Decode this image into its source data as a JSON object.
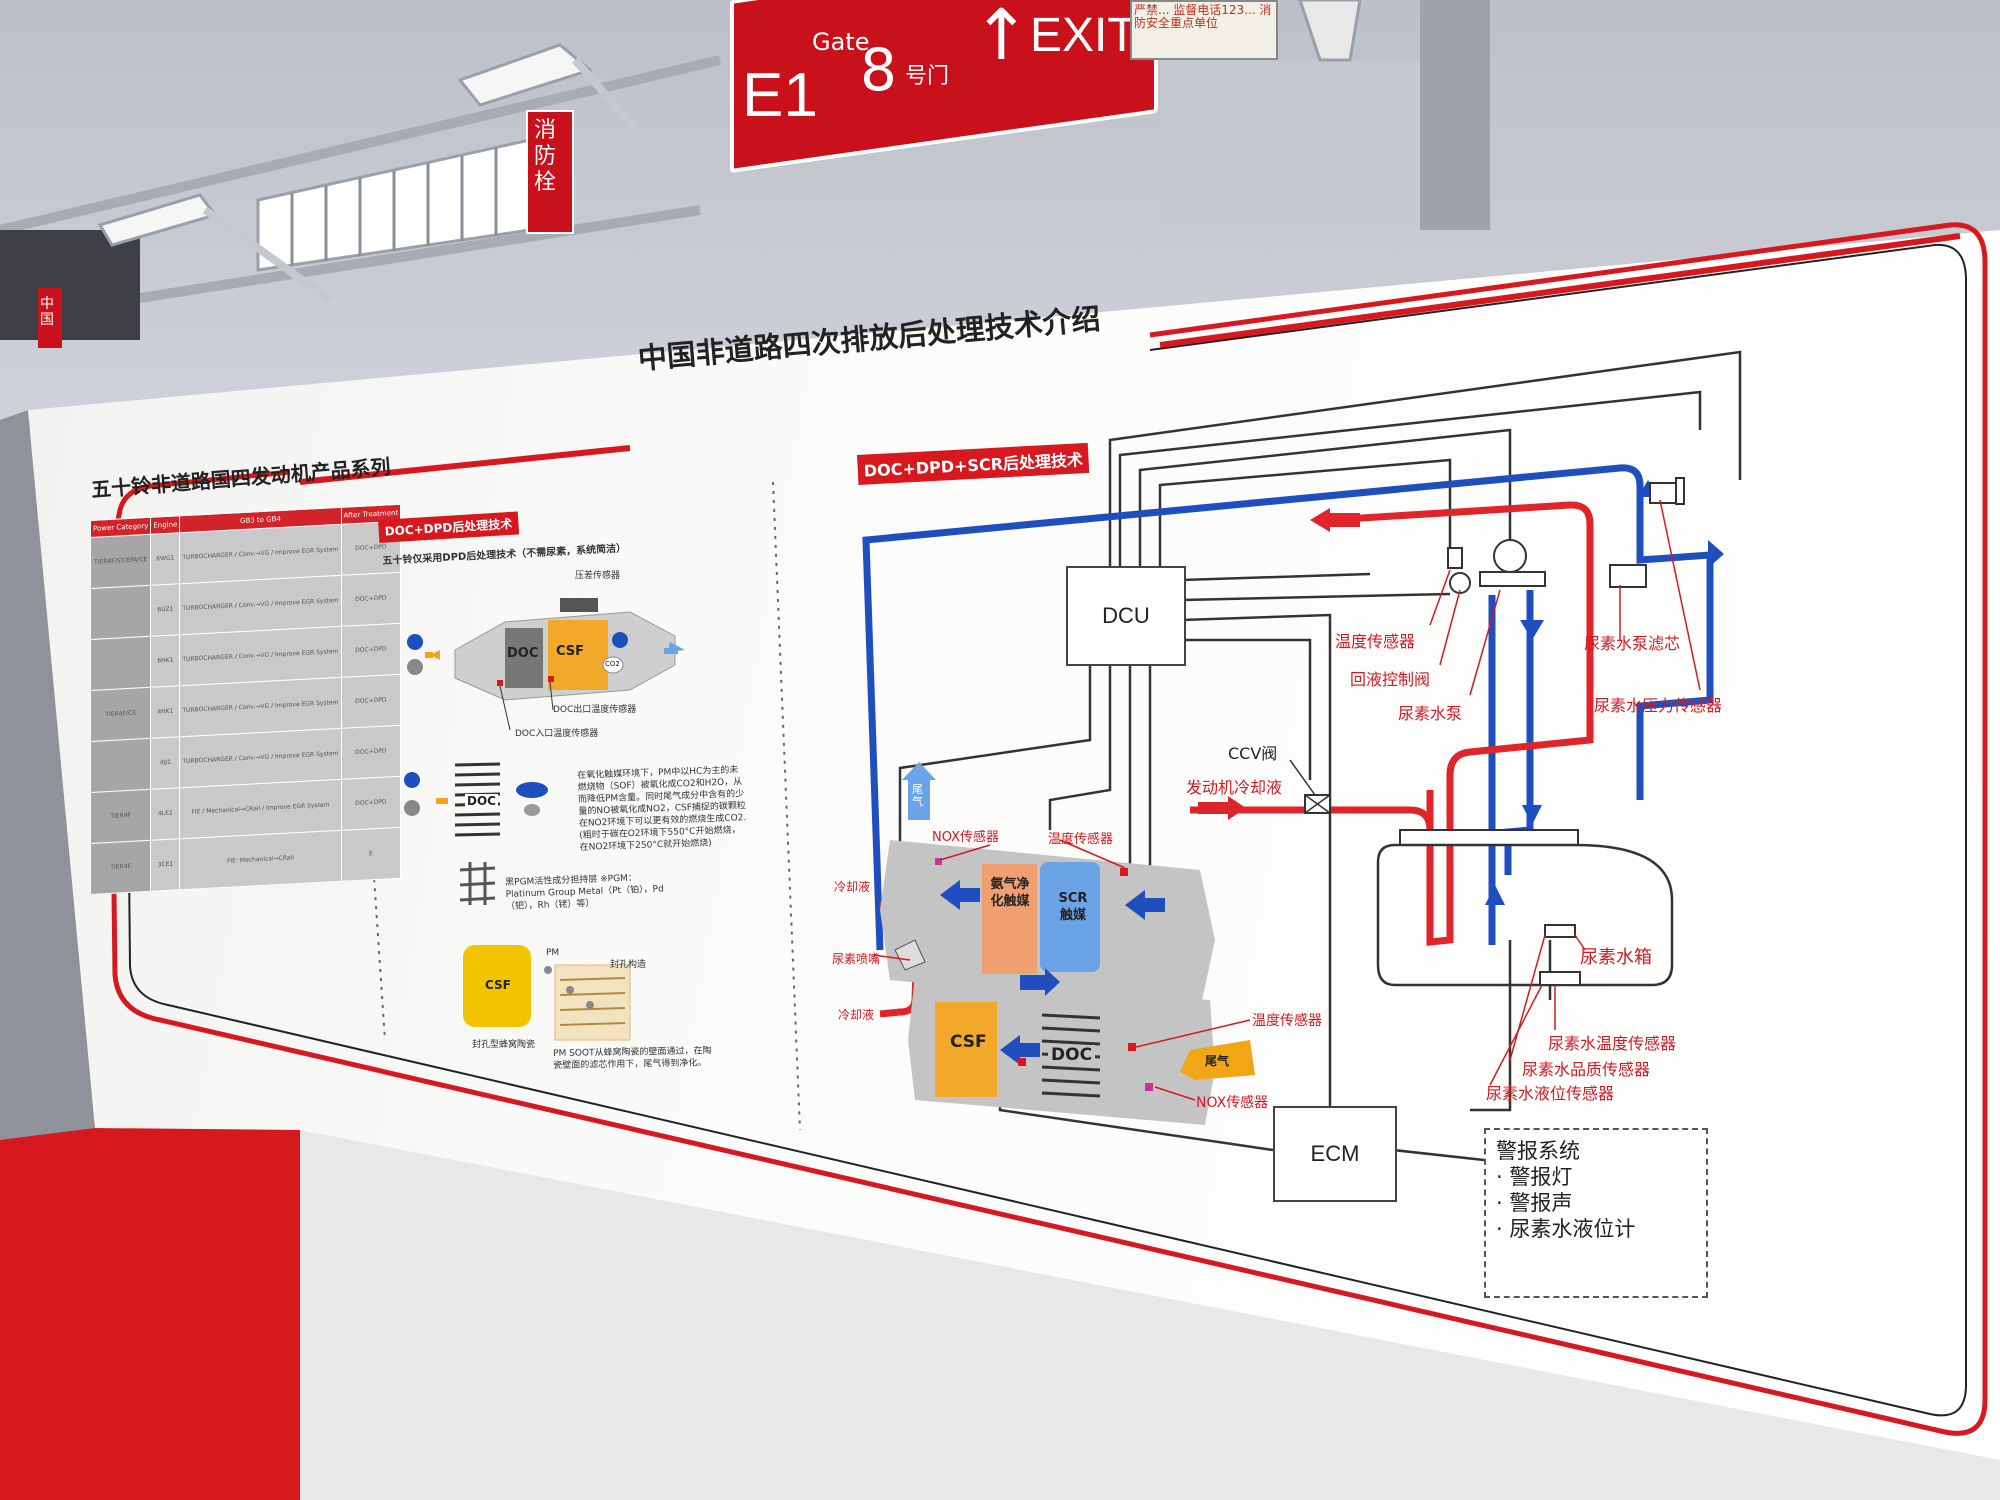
{
  "signage": {
    "gate_code": "E1",
    "gate_word": "Gate",
    "gate_number": "8",
    "gate_suffix": "号门",
    "exit_word": "EXIT",
    "safety_plate": "严禁... 监督电话123... 消防安全重点单位",
    "fire_hydrant": "消防栓",
    "left_sign": "中国"
  },
  "panel": {
    "main_title": "中国非道路四次排放后处理技术介绍",
    "left_title": "五十铃非道路国四发动机产品系列",
    "table": {
      "headers": [
        "Power Category",
        "Engine",
        "GB3 to GB4",
        "After Treatment"
      ],
      "rows": [
        {
          "cat": "TIER4F/ST/EPA/CE",
          "engine": "6WG1",
          "change": "TURBOCHARGER / Conv.→VG / Improve EGR System",
          "after": "DOC+DPD"
        },
        {
          "cat": "",
          "engine": "6UZ1",
          "change": "TURBOCHARGER / Conv.→VG / Improve EGR System",
          "after": "DOC+DPD"
        },
        {
          "cat": "",
          "engine": "6HK1",
          "change": "TURBOCHARGER / Conv.→VG / Improve EGR System",
          "after": "DOC+DPD"
        },
        {
          "cat": "TIER4F/CE",
          "engine": "4HK1",
          "change": "TURBOCHARGER / Conv.→VG / Improve EGR System",
          "after": "DOC+DPD"
        },
        {
          "cat": "",
          "engine": "4JJ1",
          "change": "TURBOCHARGER / Conv.→VG / Improve EGR System",
          "after": "DOC+DPD"
        },
        {
          "cat": "TIER4F",
          "engine": "4LE2",
          "change": "FIE / Mechanical→CRail / Improve EGR System",
          "after": "DOC+DPD"
        },
        {
          "cat": "TIER4F",
          "engine": "3CE1",
          "change": "FIE: Mechanical→CRail",
          "after": "E"
        }
      ]
    },
    "dpd": {
      "tag": "DOC+DPD后处理技术",
      "subtitle": "五十铃仅采用DPD后处理技术（不需尿素，系统简洁）",
      "pressure_sensor": "压差传感器",
      "doc_label": "DOC",
      "csf_label": "CSF",
      "co2_label": "CO2",
      "doc_out_temp": "DOC出口温度传感器",
      "doc_in_temp": "DOC入口温度传感器",
      "doc_label2": "DOC",
      "para1": "在氧化触媒环境下，PM中以HC为主的未燃烧物（SOF）被氧化成CO2和H2O，从而降低PM含量。同时尾气成分中含有的少量的NO被氧化成NO2，CSF捕捉的碳颗粒在NO2环境下可以更有效的燃烧生成CO2.(粗时于碳在O2环境下550°C开始燃烧，在NO2环境下250°C就开始燃烧)",
      "para2": "黑PGM活性成分担持层  ※PGM：Platinum Group Metal（Pt（铂），Pd（钯），Rh（铑）等）",
      "csf_label2": "CSF",
      "pm_label": "PM",
      "sealed_hole": "封孔构造",
      "porous": "封孔型蜂窝陶瓷",
      "para3": "PM SOOT从蜂窝陶瓷的壁面通过，在陶瓷壁面的滤芯作用下，尾气得到净化。"
    },
    "scr": {
      "tag": "DOC+DPD+SCR后处理技术",
      "dcu": "DCU",
      "ecm": "ECM",
      "exhaust_out": "尾气",
      "exhaust_in": "尾气",
      "nox_sensor_top": "NOX传感器",
      "temp_sensor_top": "温度传感器",
      "ammonia_cat": "氨气净化触媒",
      "scr_cat": "SCR触媒",
      "csf": "CSF",
      "doc": "DOC",
      "temp_sensor_bottom": "温度传感器",
      "nox_sensor_bottom": "NOX传感器",
      "coolant_in": "冷却液",
      "urea_nozzle": "尿素喷嘴",
      "coolant_out": "冷却液",
      "ccv_valve": "CCV阀",
      "engine_coolant": "发动机冷却液",
      "temp_sensor_pump": "温度传感器",
      "return_valve": "回液控制阀",
      "urea_pump": "尿素水泵",
      "urea_pump_filter": "尿素水泵滤芯",
      "urea_pressure_sensor": "尿素水压力传感器",
      "urea_tank": "尿素水箱",
      "urea_temp_sensor": "尿素水温度传感器",
      "urea_quality_sensor": "尿素水品质传感器",
      "urea_level_sensor": "尿素水液位传感器",
      "alarm_title": "警报系统",
      "alarm_items": [
        "· 警报灯",
        "· 警报声",
        "· 尿素水液位计"
      ]
    }
  },
  "colors": {
    "brand_red": "#d7191f",
    "flow_blue": "#1f4fbf",
    "flow_red": "#e0242b",
    "arrow_orange": "#f2a516",
    "csf_yellow": "#f2c400",
    "scr_blue": "#6aa3e6",
    "cat_orange": "#f0a070"
  }
}
